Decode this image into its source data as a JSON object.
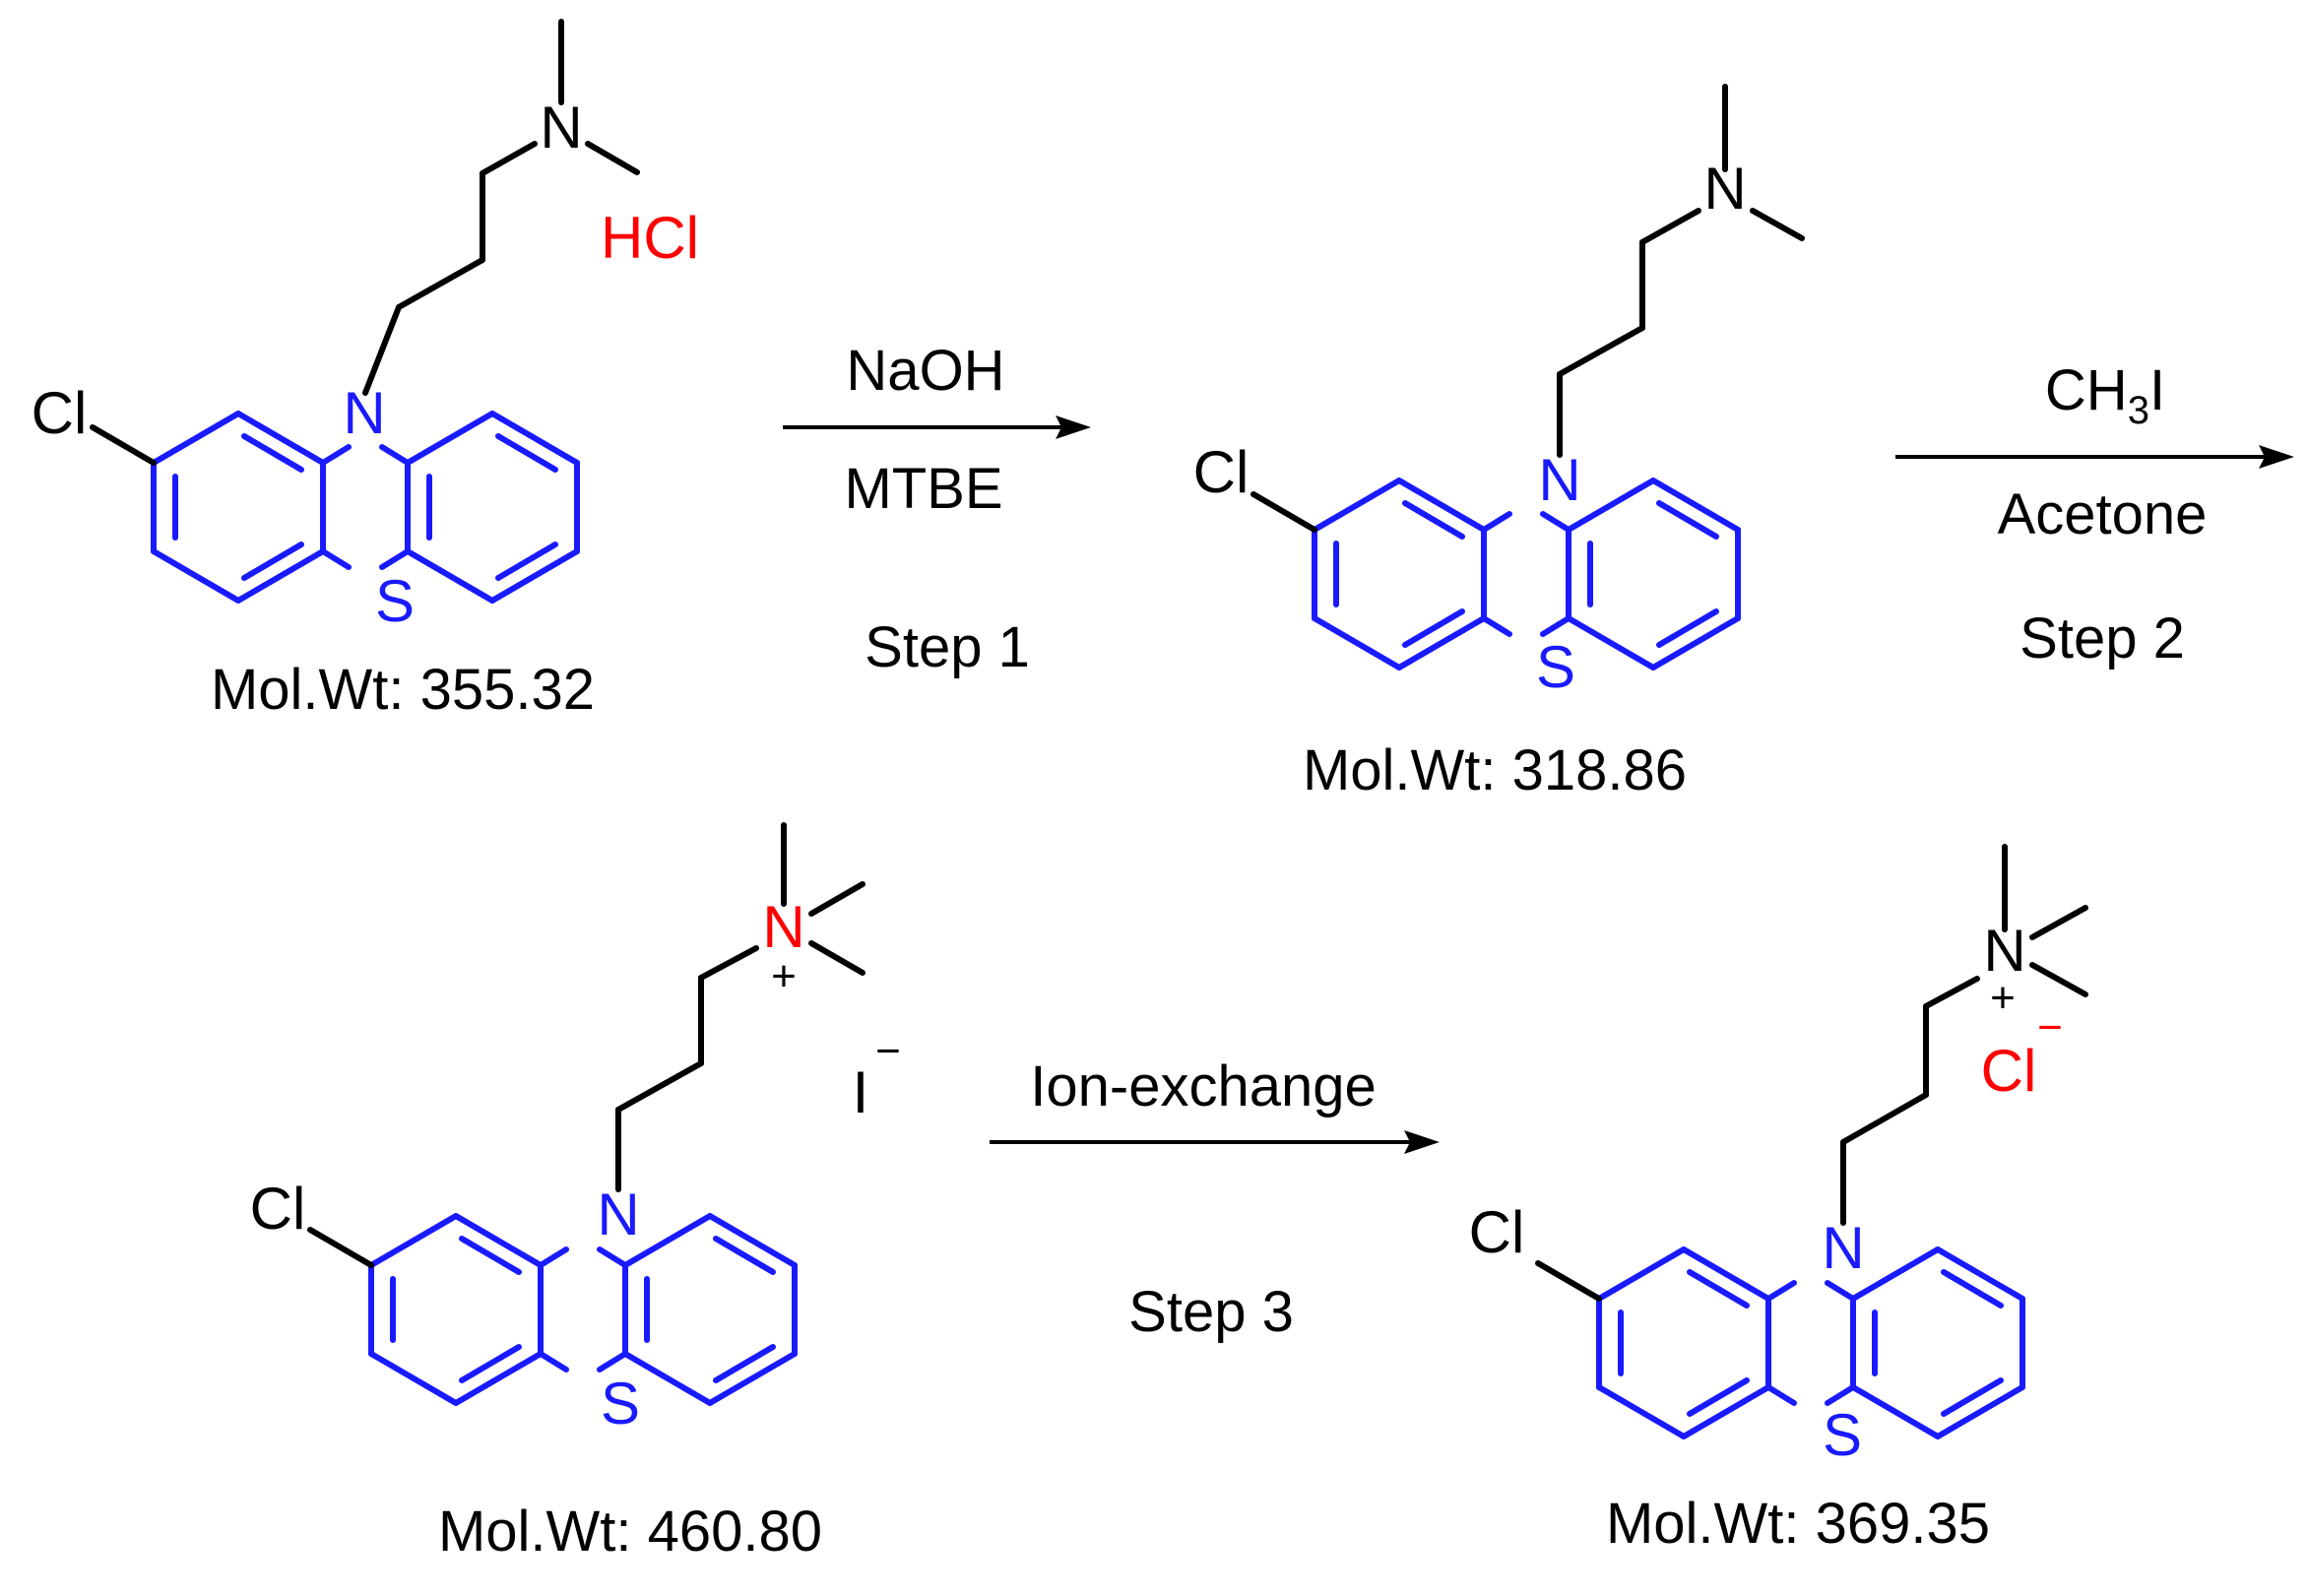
{
  "colors": {
    "ring": "#1a1aff",
    "highlight": "#ff0000",
    "text": "#000000"
  },
  "atoms": {
    "N": "N",
    "S": "S",
    "Cl": "Cl"
  },
  "charges": {
    "plus": "+",
    "minus": "−"
  },
  "compounds": [
    {
      "mol_wt": "Mol.Wt: 355.32",
      "salt": "HCl"
    },
    {
      "mol_wt": "Mol.Wt: 318.86"
    },
    {
      "mol_wt": "Mol.Wt: 460.80",
      "counterion": "I"
    },
    {
      "mol_wt": "Mol.Wt: 369.35",
      "counterion": "Cl"
    }
  ],
  "steps": [
    {
      "reagent": "NaOH",
      "solvent": "MTBE",
      "label": "Step 1"
    },
    {
      "reagent_main": "CH",
      "reagent_sub": "3",
      "reagent_tail": "I",
      "solvent": "Acetone",
      "label": "Step 2"
    },
    {
      "reagent": "Ion-exchange",
      "label": "Step 3"
    }
  ]
}
